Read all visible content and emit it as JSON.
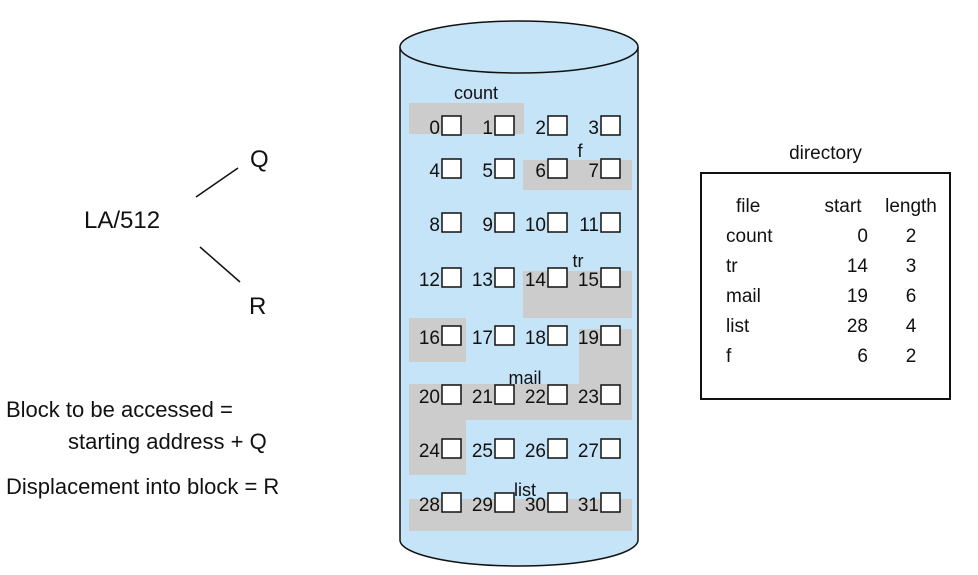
{
  "formula": {
    "la_label": "LA/512",
    "quotient_label": "Q",
    "remainder_label": "R",
    "line1": "Block to be accessed =",
    "line2": "starting address +  Q",
    "line3": "Displacement into block = R"
  },
  "disk": {
    "file_labels": [
      "count",
      "f",
      "tr",
      "mail",
      "list"
    ],
    "blocks": [
      "0",
      "1",
      "2",
      "3",
      "4",
      "5",
      "6",
      "7",
      "8",
      "9",
      "10",
      "11",
      "12",
      "13",
      "14",
      "15",
      "16",
      "17",
      "18",
      "19",
      "20",
      "21",
      "22",
      "23",
      "24",
      "25",
      "26",
      "27",
      "28",
      "29",
      "30",
      "31"
    ]
  },
  "directory": {
    "title": "directory",
    "headers": [
      "file",
      "start",
      "length"
    ],
    "rows": [
      {
        "file": "count",
        "start": "0",
        "length": "2"
      },
      {
        "file": "tr",
        "start": "14",
        "length": "3"
      },
      {
        "file": "mail",
        "start": "19",
        "length": "6"
      },
      {
        "file": "list",
        "start": "28",
        "length": "4"
      },
      {
        "file": "f",
        "start": "6",
        "length": "2"
      }
    ]
  },
  "colors": {
    "disk_fill": "#c5e4f7",
    "highlight": "#cccccc",
    "ink": "#111111"
  }
}
